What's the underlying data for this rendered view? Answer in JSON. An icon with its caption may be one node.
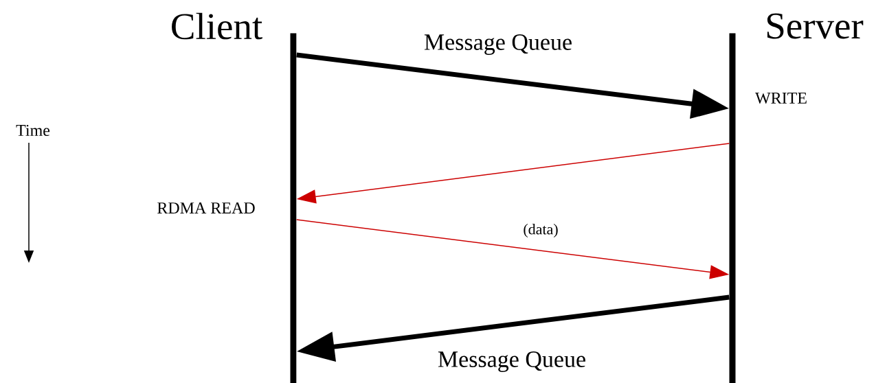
{
  "diagram": {
    "nodes": [
      {
        "text": [
          "Client"
        ]
      },
      {
        "text": [
          "Server"
        ]
      }
    ],
    "edges": [
      {
        "from": 0,
        "to": 1,
        "arrow": "to",
        "label": "Message Queue",
        "style": "thick"
      },
      {
        "from": 1,
        "to": 0,
        "arrow": "to",
        "color": "#cc0000"
      },
      {
        "from": 0,
        "to": 1,
        "arrow": "to",
        "label": "(data)",
        "color": "#cc0000"
      },
      {
        "from": 1,
        "to": 0,
        "arrow": "to",
        "label": "Message Queue",
        "style": "thick"
      }
    ],
    "labels": [
      "WRITE",
      "RDMA READ",
      "Time"
    ]
  }
}
